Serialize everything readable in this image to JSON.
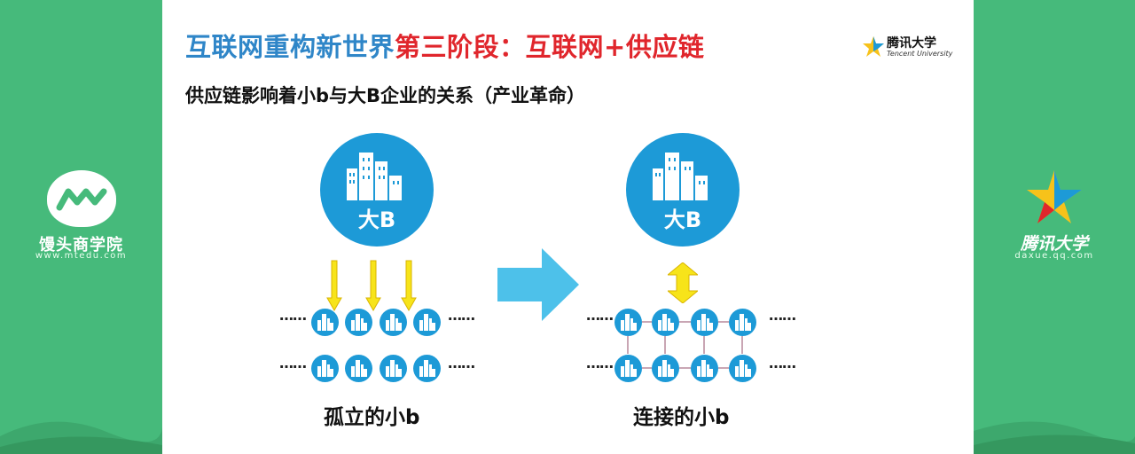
{
  "left_panel": {
    "brand_name": "馒头商学院",
    "brand_url": "www.mtedu.com",
    "brand_color": "#46ba7b"
  },
  "right_panel": {
    "brand_name": "腾讯大学",
    "brand_url": "daxue.qq.com"
  },
  "slide": {
    "title_part1": "互联网重构新世界",
    "title_part2": "第三阶段：互联网+供应链",
    "subtitle": "供应链影响着小b与大B企业的关系（产业革命）",
    "corner_logo": {
      "name": "腾讯大学",
      "en": "Tencent University"
    },
    "left_diagram": {
      "big_label": "大B",
      "caption": "孤立的小b",
      "dots": "……"
    },
    "right_diagram": {
      "big_label": "大B",
      "caption": "连接的小b",
      "dots": "……"
    },
    "colors": {
      "title_blue": "#2f86c8",
      "title_red": "#e0262c",
      "circle_blue": "#1d9ad7",
      "arrow_yellow": "#f7e41a",
      "arrow_cyan": "#4dc1ea"
    }
  }
}
